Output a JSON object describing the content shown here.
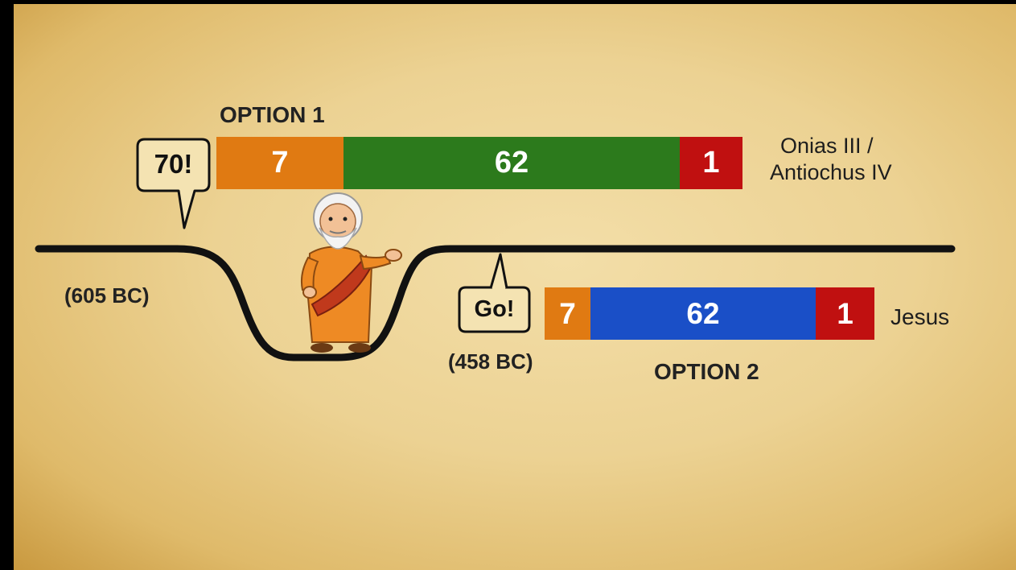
{
  "option1": {
    "title": "OPTION 1",
    "segments": [
      {
        "value": "7",
        "color": "#e07a12"
      },
      {
        "value": "62",
        "color": "#2c7a1c"
      },
      {
        "value": "1",
        "color": "#c01010"
      }
    ],
    "end_label_line1": "Onias III /",
    "end_label_line2": "Antiochus IV"
  },
  "option2": {
    "title": "OPTION 2",
    "segments": [
      {
        "value": "7",
        "color": "#e07a12"
      },
      {
        "value": "62",
        "color": "#1a4fc7"
      },
      {
        "value": "1",
        "color": "#c01010"
      }
    ],
    "end_label": "Jesus"
  },
  "bubble1": {
    "text": "70!"
  },
  "bubble2": {
    "text": "Go!"
  },
  "date_left": "(605 BC)",
  "date_right": "(458 BC)",
  "colors": {
    "parchment": "#ecd293",
    "timeline": "#111111"
  },
  "icons": {
    "figure": "prophet-figure-icon"
  }
}
